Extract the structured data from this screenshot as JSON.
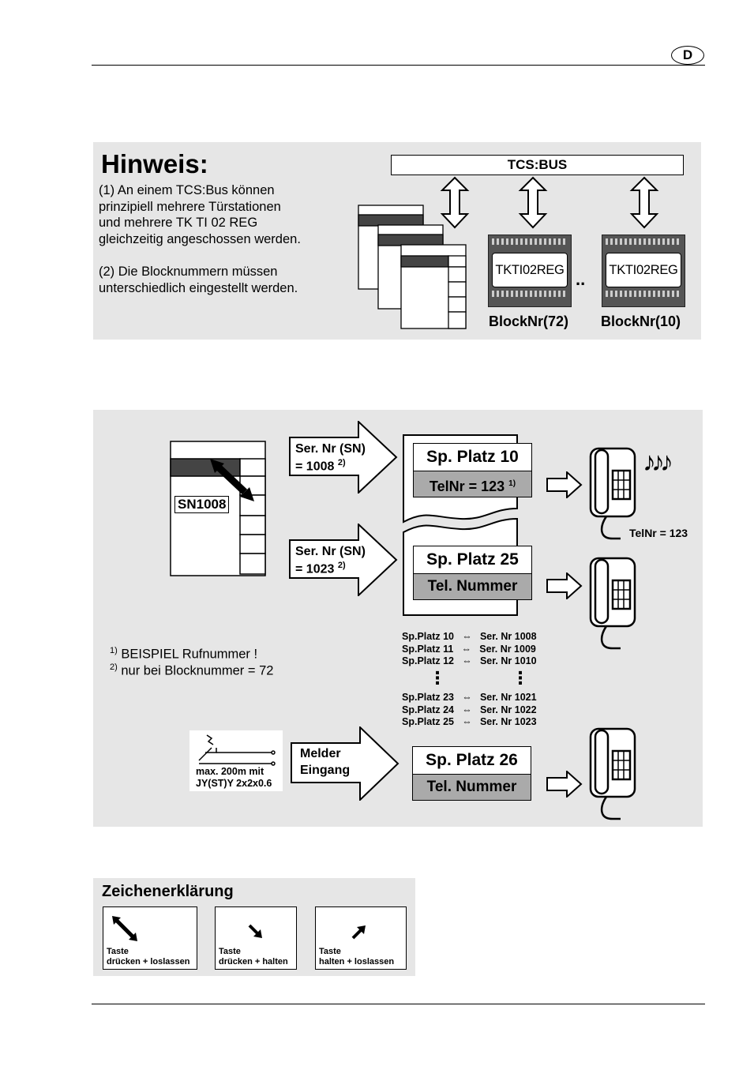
{
  "header": {
    "lang_badge": "D"
  },
  "hinweis": {
    "title": "Hinweis:",
    "note1": "(1) An einem TCS:Bus können\nprinzipiell mehrere Türstationen\nund mehrere TK TI 02 REG\ngleichzeitig angeschossen werden.",
    "note2": "(2) Die Blocknummern müssen\nunterschiedlich eingestellt werden.",
    "bus_label": "TCS:BUS",
    "module_label_1": "TKTI02REG",
    "module_label_2": "TKTI02REG",
    "ellipsis": "..",
    "block_1": "BlockNr(72)",
    "block_2": "BlockNr(10)"
  },
  "diagram": {
    "sn_label": "SN1008",
    "arrow1_line1": "Ser. Nr (SN)",
    "arrow1_line2": "= 1008",
    "arrow1_sup": "2)",
    "arrow2_line1": "Ser. Nr (SN)",
    "arrow2_line2": "= 1023",
    "arrow2_sup": "2)",
    "display1_top": "Sp. Platz 10",
    "display1_bottom": "TelNr = 123",
    "display1_sup": "1)",
    "display2_top": "Sp. Platz 25",
    "display2_bottom": "Tel. Nummer",
    "music_notes": "♪♪♪",
    "telnr_label": "TelNr = 123",
    "mapping_rows": [
      {
        "left": "Sp.Platz 10",
        "right": "Ser. Nr 1008"
      },
      {
        "left": "Sp.Platz 11",
        "right": "Ser. Nr 1009"
      },
      {
        "left": "Sp.Platz 12",
        "right": "Ser. Nr 1010"
      },
      {
        "left": "Sp.Platz 23",
        "right": "Ser. Nr 1021"
      },
      {
        "left": "Sp.Platz 24",
        "right": "Ser. Nr 1022"
      },
      {
        "left": "Sp.Platz 25",
        "right": "Ser. Nr 1023"
      }
    ],
    "vdots": "⋮",
    "footnote1_sup": "1)",
    "footnote1": "BEISPIEL Rufnummer !",
    "footnote2_sup": "2)",
    "footnote2": "nur bei Blocknummer = 72",
    "switch_text_1": "max. 200m mit",
    "switch_text_2": "JY(ST)Y 2x2x0.6",
    "arrow3_line1": "Melder",
    "arrow3_line2": "Eingang",
    "display3_top": "Sp. Platz 26",
    "display3_bottom": "Tel. Nummer"
  },
  "legend": {
    "title": "Zeichenerklärung",
    "items": [
      {
        "line1": "Taste",
        "line2": "drücken + loslassen"
      },
      {
        "line1": "Taste",
        "line2": "drücken + halten"
      },
      {
        "line1": "Taste",
        "line2": "halten + loslassen"
      }
    ]
  }
}
